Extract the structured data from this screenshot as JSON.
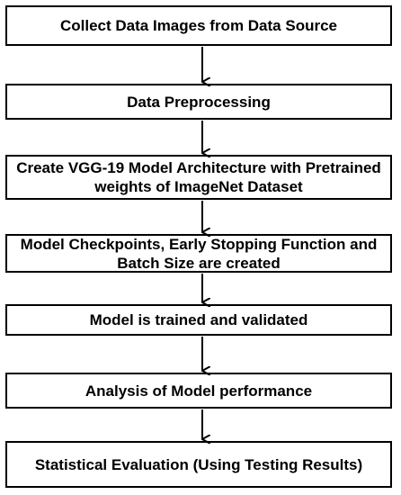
{
  "diagram": {
    "steps": [
      {
        "text": "Collect Data Images from Data Source"
      },
      {
        "text": "Data Preprocessing"
      },
      {
        "text": "Create VGG-19 Model Architecture with Pretrained weights of ImageNet Dataset"
      },
      {
        "text": "Model Checkpoints, Early Stopping Function and Batch Size are created"
      },
      {
        "text": "Model is trained and validated"
      },
      {
        "text": "Analysis of Model performance"
      },
      {
        "text": "Statistical Evaluation (Using Testing Results)"
      }
    ],
    "colors": {
      "border": "#000000",
      "text": "#000000",
      "background": "#ffffff",
      "arrow": "#000000"
    }
  }
}
